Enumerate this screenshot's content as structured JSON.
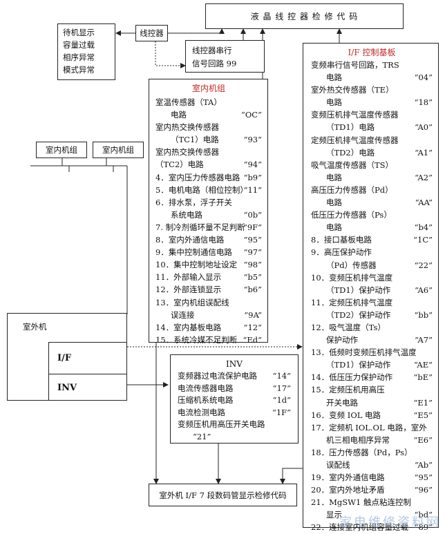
{
  "title": "液 晶 线 控 器 检 修 代 码",
  "controller": "线控器",
  "standby": [
    "待机显示",
    "容量过载",
    "相序异常",
    "模式异常"
  ],
  "signal_loop": [
    "线控器串行",
    "信号回路     99"
  ],
  "indoor_unit_label_1": "室内机组",
  "indoor_unit_label_2": "室内机组",
  "outdoor": {
    "title": "室外机",
    "if_label": "I/F",
    "inv_label": "INV"
  },
  "indoor": {
    "title": "室内机组",
    "lines": [
      {
        "t": "室温传感器（TA）",
        "c": ""
      },
      {
        "t": "电路",
        "c": "“OC”",
        "i": true
      },
      {
        "t": "室内热交换传感器",
        "c": ""
      },
      {
        "t": "（TC1）电路",
        "c": "“93”",
        "i": true
      },
      {
        "t": "室内热交换传感器",
        "c": ""
      },
      {
        "t": "（TC2）电路",
        "c": "“94”"
      },
      {
        "t": "4．室内压力传感器电路",
        "c": "“b9”"
      },
      {
        "t": "5．电机电路（相位控制）",
        "c": "“11”"
      },
      {
        "t": "6．排水泵，浮子开关",
        "c": ""
      },
      {
        "t": "系统电路",
        "c": "“0b”",
        "i": true
      },
      {
        "t": "7. 制冷剂循环量不足判断",
        "c": "“9F”"
      },
      {
        "t": "8．室内外通信电路",
        "c": "“95”"
      },
      {
        "t": "9．集中控制通信电路",
        "c": "“97”"
      },
      {
        "t": "10．集中控制地址设定",
        "c": "“98”"
      },
      {
        "t": "11．外部输入显示",
        "c": "“b5”"
      },
      {
        "t": "12．外部连锁显示",
        "c": "“b6”"
      },
      {
        "t": "13．室内机组误配线",
        "c": ""
      },
      {
        "t": "误连接",
        "c": "“9A”",
        "i": true
      },
      {
        "t": "14．室内基板电路",
        "c": "“12”"
      },
      {
        "t": "15．系统冷媒不足判断",
        "c": "“Ed”"
      }
    ]
  },
  "control_board": {
    "title": "I/F  控制基板",
    "lines": [
      {
        "t": "变频串行信号回路，TRS",
        "c": ""
      },
      {
        "t": "电路",
        "c": "“04”",
        "i": true
      },
      {
        "t": "室外热交传感器（TE）",
        "c": ""
      },
      {
        "t": "电路",
        "c": "“18”",
        "i": true
      },
      {
        "t": "变频压机排气温度传感器",
        "c": ""
      },
      {
        "t": "（TD1）电路",
        "c": "“A0”",
        "i": true
      },
      {
        "t": "定频压机排气温度传感器",
        "c": ""
      },
      {
        "t": "（TD2）电路",
        "c": "“A1”",
        "i": true
      },
      {
        "t": "吸气温度传感器（TS）",
        "c": ""
      },
      {
        "t": "电路",
        "c": "“A2”",
        "i": true
      },
      {
        "t": "高压压力传感器（Pd）",
        "c": ""
      },
      {
        "t": "电路",
        "c": "“AA”",
        "i": true
      },
      {
        "t": "低压压力传感器（Ps）",
        "c": ""
      },
      {
        "t": "电路",
        "c": "“b4”",
        "i": true
      },
      {
        "t": "8．接口基板电路",
        "c": "“1C”"
      },
      {
        "t": "9．高压保护动作",
        "c": ""
      },
      {
        "t": "（Pd）传感器",
        "c": "“22”",
        "i": true
      },
      {
        "t": "10．变频压机排气温度",
        "c": ""
      },
      {
        "t": "（TD1）保护动作",
        "c": "“A6”",
        "i": true
      },
      {
        "t": "11．定频压机排气温度",
        "c": ""
      },
      {
        "t": "（TD2）保护动作",
        "c": "“bb”",
        "i": true
      },
      {
        "t": "12．吸气温度（Ts）",
        "c": ""
      },
      {
        "t": "保护动作",
        "c": "“A7”",
        "i": true
      },
      {
        "t": "13．低频时变频压机排气温度",
        "c": ""
      },
      {
        "t": "（TD1）保护动作",
        "c": "“AE”",
        "i": true
      },
      {
        "t": "14．低压压力保护动作",
        "c": "“bE”"
      },
      {
        "t": "15．定频压机用高压",
        "c": ""
      },
      {
        "t": "开关电路",
        "c": "“E1”",
        "i": true
      },
      {
        "t": "16．变频 IOL 电路",
        "c": "“E5”"
      },
      {
        "t": "17．定频机 IOL.OL 电路，室外",
        "c": ""
      },
      {
        "t": "机三相电相序异常",
        "c": "“E6”",
        "i": true
      },
      {
        "t": "18．压力传感器（Pd，Ps）",
        "c": ""
      },
      {
        "t": "误配线",
        "c": "“Ab”",
        "i": true
      },
      {
        "t": "19．室内外通信电路",
        "c": "“95”"
      },
      {
        "t": "20．室内外地址矛盾",
        "c": "“96”"
      },
      {
        "t": "21．MgSW1 触点粘连控制",
        "c": ""
      },
      {
        "t": "显示",
        "c": "“bd”",
        "i": true
      },
      {
        "t": "22．连接室内机组容量过载",
        "c": "“89”"
      }
    ]
  },
  "inv": {
    "title": "INV",
    "lines": [
      {
        "t": "变频器过电流保护电路",
        "c": "“14”"
      },
      {
        "t": "电流传感器电路",
        "c": "“17”"
      },
      {
        "t": "压缩机系统电路",
        "c": "“1d”"
      },
      {
        "t": "电流检测电路",
        "c": "“1F”"
      },
      {
        "t": "变频压机用高压开关电路",
        "c": ""
      },
      {
        "t": "“21”",
        "c": "",
        "i": true
      }
    ]
  },
  "bottom": "室外机 I/F  7 段数码管显示检修代码",
  "watermark": "家电维修资料网"
}
